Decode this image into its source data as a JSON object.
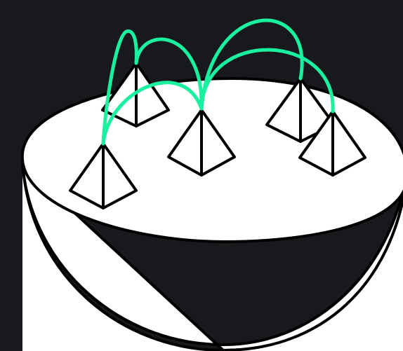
{
  "illustration": {
    "subject": "bowl",
    "colors": {
      "background": "#17191d",
      "bowl_fill": "#ffffff",
      "outline": "#000000",
      "link": "#19f0a0"
    },
    "nodes": [
      {
        "id": "pyramid-left-front"
      },
      {
        "id": "pyramid-left-back"
      },
      {
        "id": "pyramid-center"
      },
      {
        "id": "pyramid-right-back"
      },
      {
        "id": "pyramid-right-front"
      }
    ],
    "links": [
      {
        "from": "pyramid-left-front",
        "to": "pyramid-left-back"
      },
      {
        "from": "pyramid-left-front",
        "to": "pyramid-center"
      },
      {
        "from": "pyramid-left-back",
        "to": "pyramid-center"
      },
      {
        "from": "pyramid-center",
        "to": "pyramid-right-back"
      },
      {
        "from": "pyramid-center",
        "to": "pyramid-right-front"
      }
    ]
  }
}
